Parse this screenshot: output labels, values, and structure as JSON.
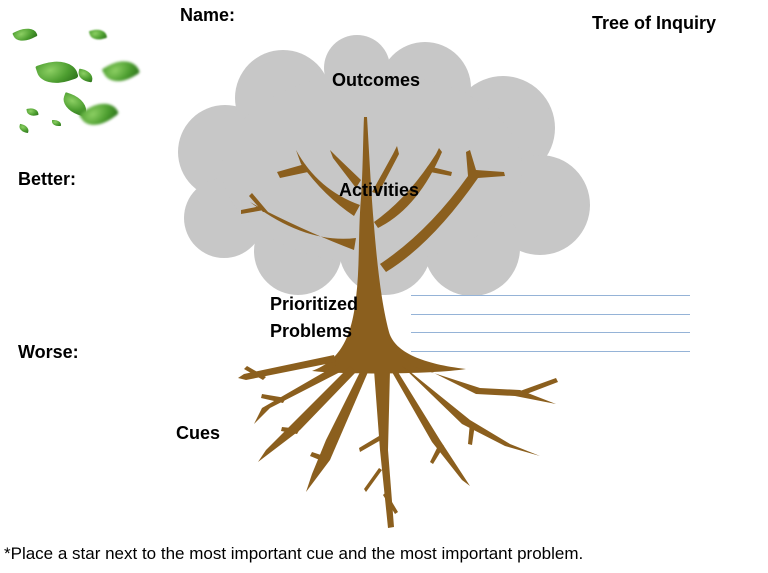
{
  "page": {
    "title": "Tree of Inquiry",
    "name_label": "Name:",
    "footnote": "*Place a star next to the most important cue and the most important problem."
  },
  "tree_labels": {
    "outcomes": "Outcomes",
    "activities": "Activities",
    "prioritized_problems": "Prioritized Problems",
    "cues": "Cues"
  },
  "side_labels": {
    "better": "Better:",
    "worse": "Worse:"
  },
  "writing_lines": {
    "count": 4
  },
  "decorations": {
    "leaves_icon": "green-falling-leaves"
  },
  "colors": {
    "canopy": "#C7C7C7",
    "tree_brown": "#8B5F1E",
    "writing_line_blue": "#95B3D7",
    "leaf_green": "#4D9E30",
    "text": "#000000"
  }
}
